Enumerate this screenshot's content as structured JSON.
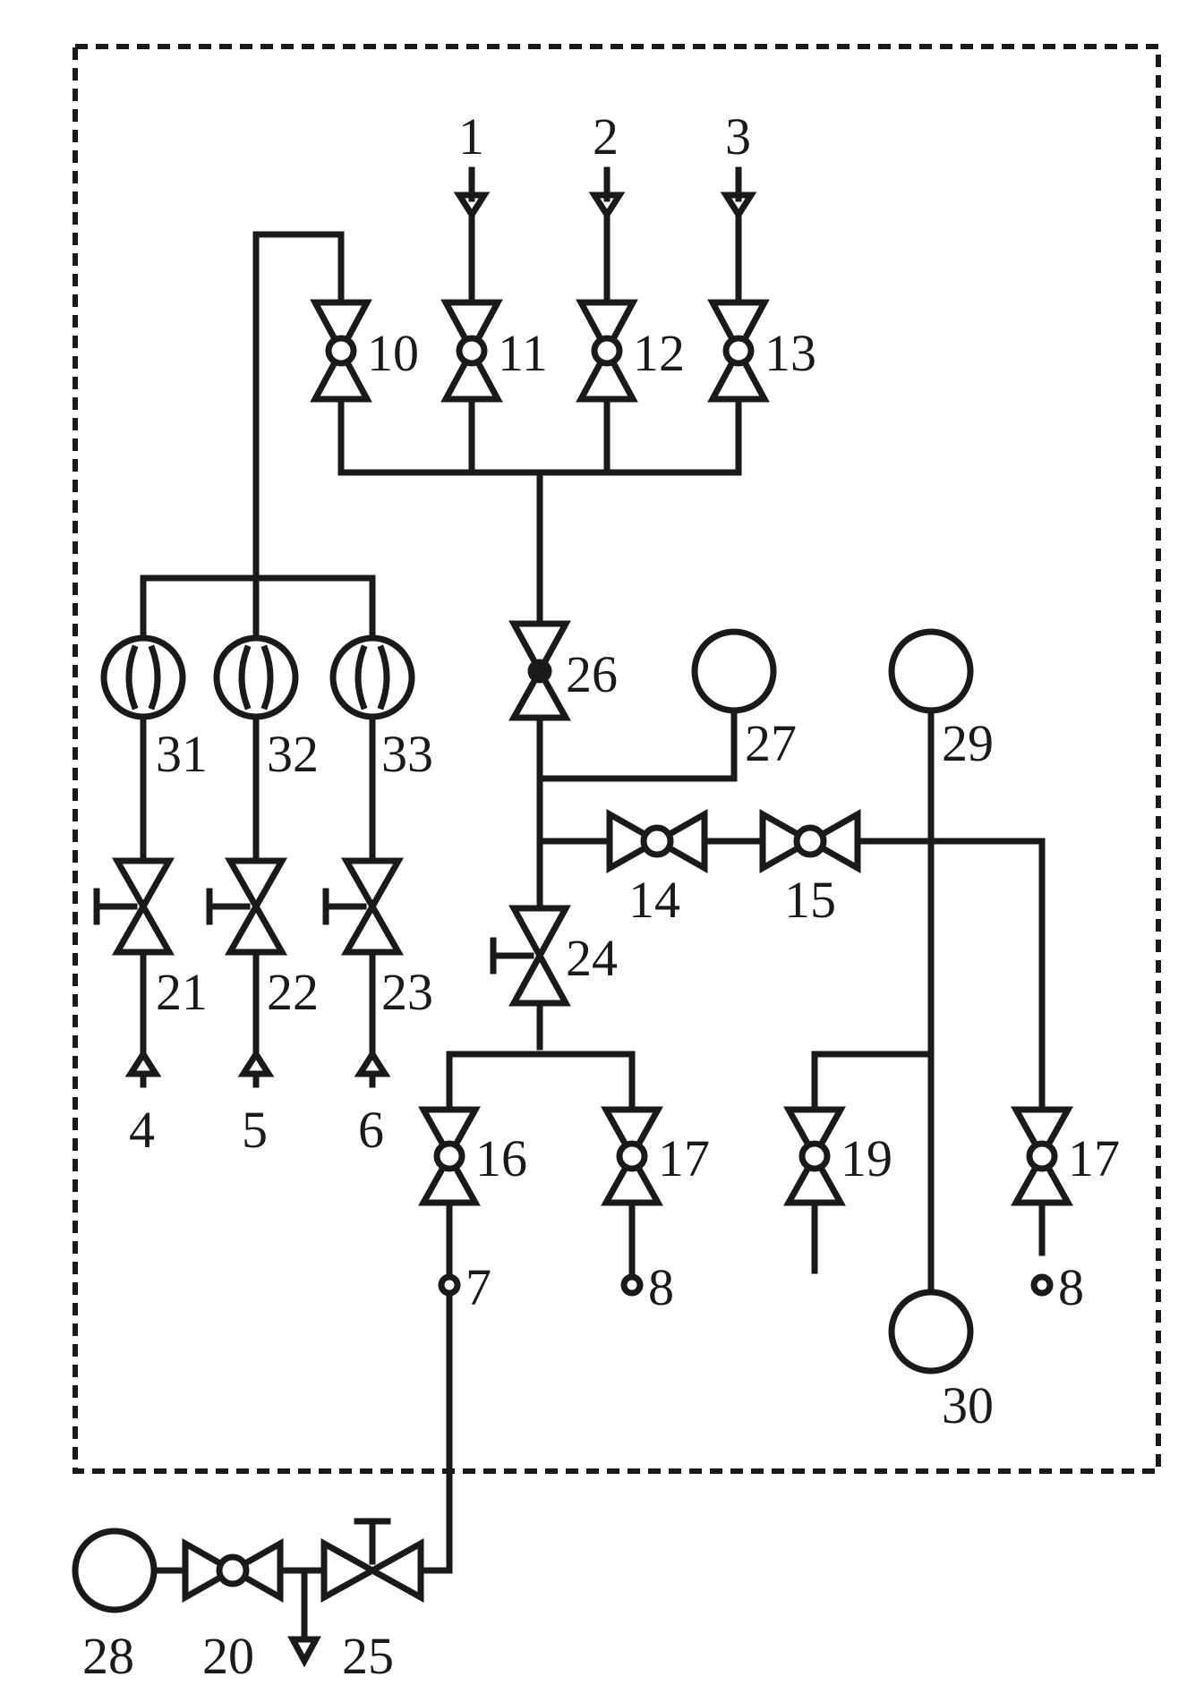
{
  "labels": {
    "in1": "1",
    "in2": "2",
    "in3": "3",
    "v10": "10",
    "v11": "11",
    "v12": "12",
    "v13": "13",
    "v26": "26",
    "c27": "27",
    "c29": "29",
    "v14": "14",
    "v15": "15",
    "f31": "31",
    "f32": "32",
    "f33": "33",
    "v21": "21",
    "v22": "22",
    "v23": "23",
    "v24": "24",
    "in4": "4",
    "in5": "5",
    "in6": "6",
    "v16": "16",
    "v17a": "17",
    "v19": "19",
    "v17b": "17",
    "p7": "7",
    "p8a": "8",
    "p8b": "8",
    "c30": "30",
    "c28": "28",
    "v20": "20",
    "v25": "25"
  },
  "colors": {
    "line": "#1a1a1a",
    "background": "#ffffff"
  }
}
